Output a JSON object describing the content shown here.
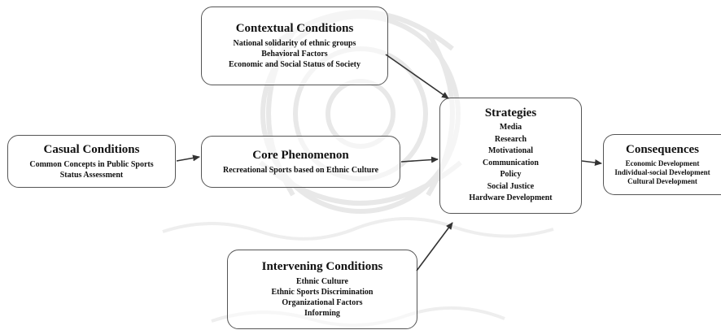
{
  "nodes": {
    "contextual": {
      "title": "Contextual Conditions",
      "items": [
        "National solidarity of ethnic groups",
        "Behavioral Factors",
        "Economic and Social Status of Society"
      ]
    },
    "casual": {
      "title": "Casual Conditions",
      "items": [
        "Common Concepts in Public Sports",
        "Status Assessment"
      ]
    },
    "core": {
      "title": "Core Phenomenon",
      "items": [
        "Recreational Sports based on Ethnic Culture"
      ]
    },
    "strategies": {
      "title": "Strategies",
      "items": [
        "Media",
        "Research",
        "Motivational",
        "Communication",
        "Policy",
        "Social Justice",
        "Hardware Development"
      ]
    },
    "consequences": {
      "title": "Consequences",
      "items": [
        "Economic Development",
        "Individual-social Development",
        "Cultural Development"
      ]
    },
    "intervening": {
      "title": "Intervening Conditions",
      "items": [
        "Ethnic Culture",
        "Ethnic Sports Discrimination",
        "Organizational Factors",
        "Informing"
      ]
    }
  },
  "arrows": [
    {
      "from": "casual",
      "to": "core"
    },
    {
      "from": "core",
      "to": "strategies"
    },
    {
      "from": "contextual",
      "to": "strategies"
    },
    {
      "from": "intervening",
      "to": "strategies"
    },
    {
      "from": "strategies",
      "to": "consequences"
    }
  ],
  "colors": {
    "box_border": "#555555",
    "arrow": "#333333",
    "text": "#111111",
    "watermark": "#e6e6e6"
  }
}
